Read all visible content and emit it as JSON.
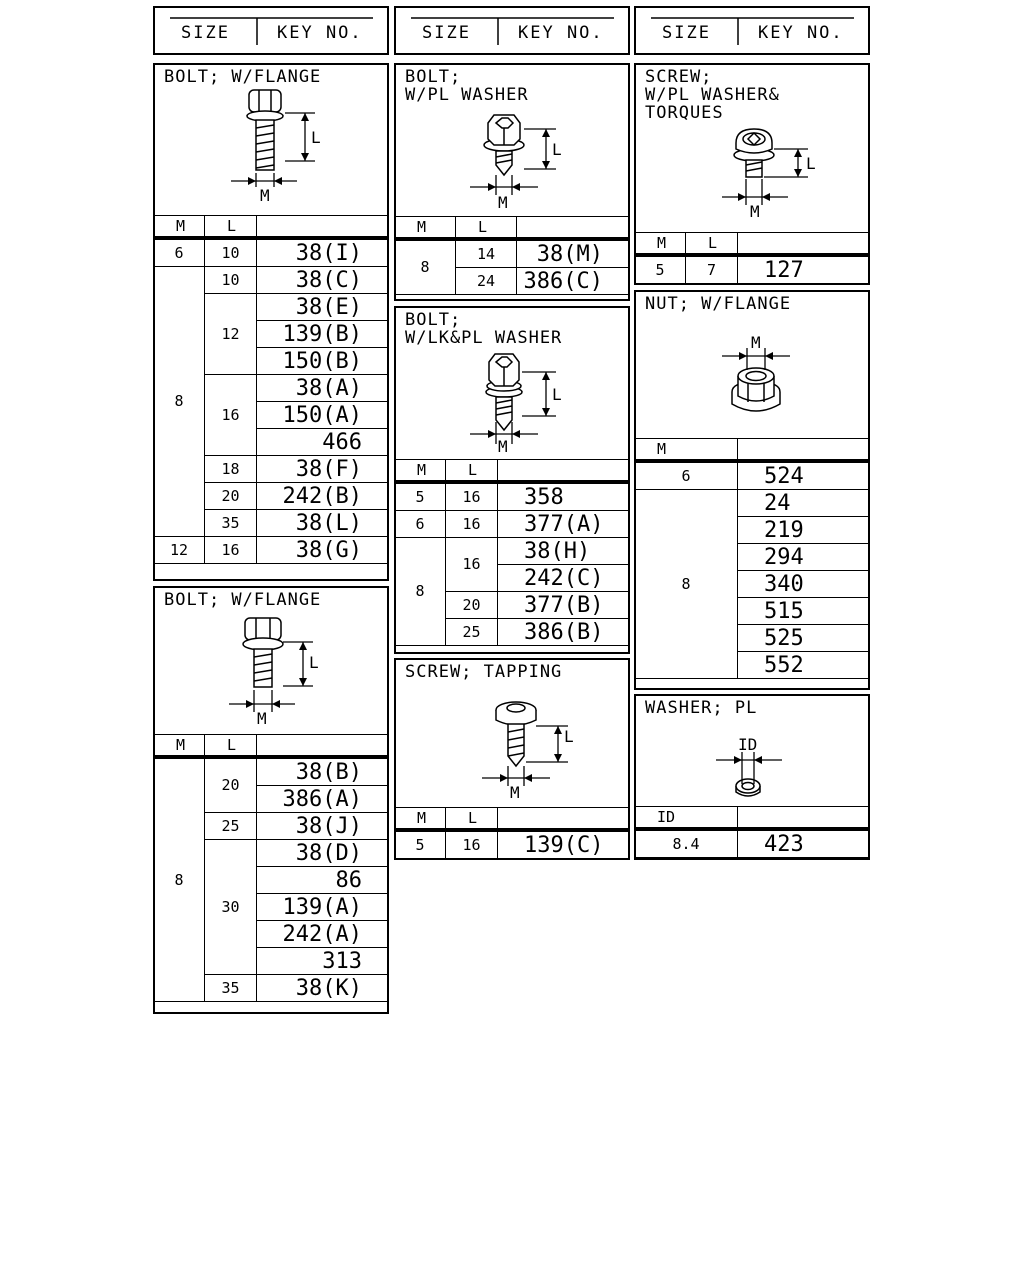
{
  "header": {
    "size_label": "SIZE",
    "key_label": "KEY NO."
  },
  "col_m": "M",
  "col_l": "L",
  "col_id": "ID",
  "dim_m": "M",
  "dim_l": "L",
  "dim_id": "ID",
  "bolt_flange_1": {
    "title": "BOLT; W/FLANGE",
    "rows": [
      {
        "m": "6",
        "l": "10",
        "key": "38(I)"
      },
      {
        "m": "8",
        "l": "10",
        "key": "38(C)"
      },
      {
        "m": "8",
        "l": "12",
        "key": "38(E)"
      },
      {
        "m": "8",
        "l": "12",
        "key": "139(B)"
      },
      {
        "m": "8",
        "l": "12",
        "key": "150(B)"
      },
      {
        "m": "8",
        "l": "16",
        "key": "38(A)"
      },
      {
        "m": "8",
        "l": "16",
        "key": "150(A)"
      },
      {
        "m": "8",
        "l": "16",
        "key": "466"
      },
      {
        "m": "8",
        "l": "18",
        "key": "38(F)"
      },
      {
        "m": "8",
        "l": "20",
        "key": "242(B)"
      },
      {
        "m": "8",
        "l": "35",
        "key": "38(L)"
      },
      {
        "m": "12",
        "l": "16",
        "key": "38(G)"
      }
    ]
  },
  "bolt_flange_2": {
    "title": "BOLT; W/FLANGE",
    "rows": [
      {
        "m": "8",
        "l": "20",
        "key": "38(B)"
      },
      {
        "m": "8",
        "l": "20",
        "key": "386(A)"
      },
      {
        "m": "8",
        "l": "25",
        "key": "38(J)"
      },
      {
        "m": "8",
        "l": "30",
        "key": "38(D)"
      },
      {
        "m": "8",
        "l": "30",
        "key": "86"
      },
      {
        "m": "8",
        "l": "30",
        "key": "139(A)"
      },
      {
        "m": "8",
        "l": "30",
        "key": "242(A)"
      },
      {
        "m": "8",
        "l": "30",
        "key": "313"
      },
      {
        "m": "8",
        "l": "35",
        "key": "38(K)"
      }
    ]
  },
  "bolt_pl_washer": {
    "title": "BOLT;\nW/PL WASHER",
    "rows": [
      {
        "m": "8",
        "l": "14",
        "key": "38(M)"
      },
      {
        "m": "8",
        "l": "24",
        "key": "386(C)"
      }
    ]
  },
  "bolt_lk_pl_washer": {
    "title": "BOLT;\nW/LK&PL WASHER",
    "rows": [
      {
        "m": "5",
        "l": "16",
        "key": "358"
      },
      {
        "m": "6",
        "l": "16",
        "key": "377(A)"
      },
      {
        "m": "8",
        "l": "16",
        "key": "38(H)"
      },
      {
        "m": "8",
        "l": "16",
        "key": "242(C)"
      },
      {
        "m": "8",
        "l": "20",
        "key": "377(B)"
      },
      {
        "m": "8",
        "l": "25",
        "key": "386(B)"
      }
    ]
  },
  "screw_tapping": {
    "title": "SCREW; TAPPING",
    "rows": [
      {
        "m": "5",
        "l": "16",
        "key": "139(C)"
      }
    ]
  },
  "screw_pl_washer": {
    "title": "SCREW;\nW/PL WASHER&\nTORQUES",
    "rows": [
      {
        "m": "5",
        "l": "7",
        "key": "127"
      }
    ]
  },
  "nut_flange": {
    "title": "NUT; W/FLANGE",
    "rows": [
      {
        "m": "6",
        "key": "524"
      },
      {
        "m": "8",
        "key": "24"
      },
      {
        "m": "8",
        "key": "219"
      },
      {
        "m": "8",
        "key": "294"
      },
      {
        "m": "8",
        "key": "340"
      },
      {
        "m": "8",
        "key": "515"
      },
      {
        "m": "8",
        "key": "525"
      },
      {
        "m": "8",
        "key": "552"
      }
    ]
  },
  "washer_pl": {
    "title": "WASHER; PL",
    "rows": [
      {
        "id": "8.4",
        "key": "423"
      }
    ]
  }
}
